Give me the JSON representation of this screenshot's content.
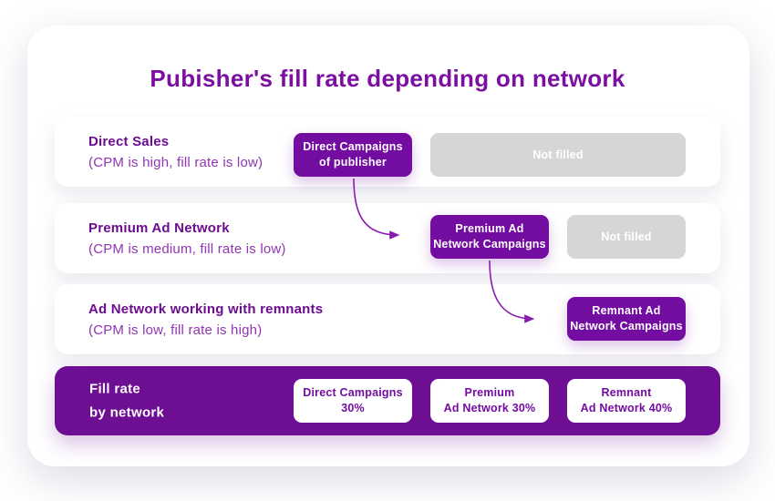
{
  "title": "Pubisher's fill rate depending on network",
  "colors": {
    "accent_purple": "#730da1",
    "bar_purple": "#6e0e93",
    "gray_box": "#d6d6d8",
    "title_purple": "#7b0fa2",
    "arrow_purple": "#8a1bb0"
  },
  "rows": [
    {
      "title": "Direct Sales",
      "subtitle": "(CPM is high, fill rate is low)",
      "campaign": {
        "line1": "Direct Campaigns",
        "line2": "of publisher"
      },
      "not_filled": "Not filled"
    },
    {
      "title": "Premium Ad Network",
      "subtitle": "(CPM is medium, fill rate is low)",
      "campaign": {
        "line1": "Premium Ad",
        "line2": "Network Campaigns"
      },
      "not_filled": "Not filled"
    },
    {
      "title": "Ad Network working with remnants",
      "subtitle": "(CPM is low, fill rate is high)",
      "campaign": {
        "line1": "Remnant Ad",
        "line2": "Network Campaigns"
      }
    }
  ],
  "footer": {
    "label_line1": "Fill rate",
    "label_line2": "by network",
    "stats": [
      {
        "line1": "Direct Campaigns",
        "line2": "30%"
      },
      {
        "line1": "Premium",
        "line2": "Ad Network 30%"
      },
      {
        "line1": "Remnant",
        "line2": "Ad Network 40%"
      }
    ]
  }
}
